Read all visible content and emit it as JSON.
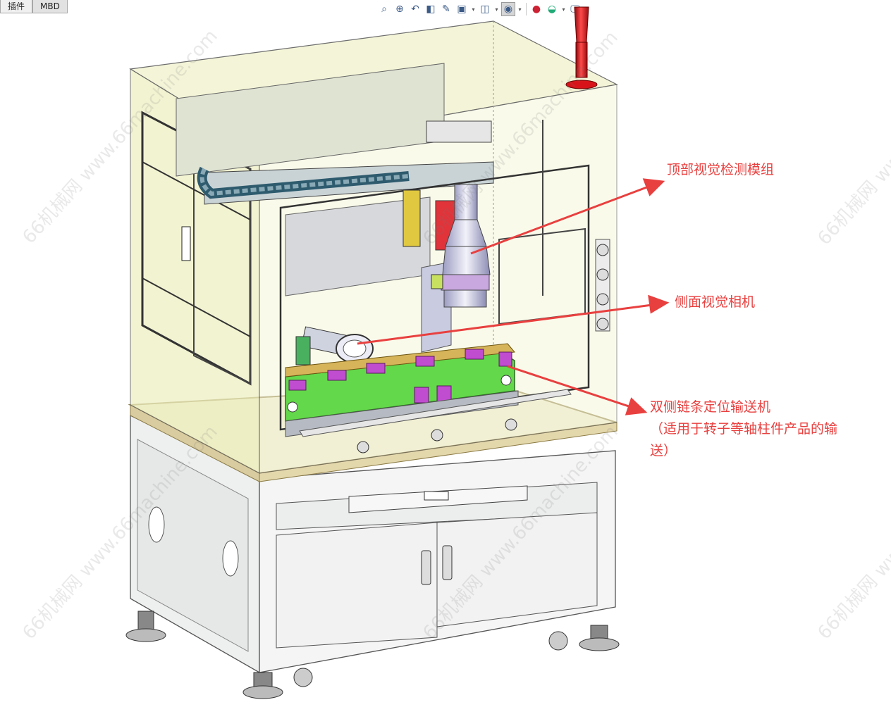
{
  "tabs": [
    {
      "label": "插件",
      "selected": false
    },
    {
      "label": "MBD",
      "selected": true
    }
  ],
  "toolbar": {
    "icons": [
      "zoom-fit-icon",
      "zoom-area-icon",
      "previous-view-icon",
      "section-view-icon",
      "dynamic-annotation-icon",
      "view-orientation-icon",
      "display-style-icon",
      "hide-show-icon",
      "edit-appearance-icon",
      "apply-scene-icon",
      "view-settings-icon"
    ]
  },
  "callouts": {
    "top_vision": "顶部视觉检测模组",
    "side_camera": "侧面视觉相机",
    "conveyor": "双侧链条定位输送机\n（适用于转子等轴柱件产品的输\n送）"
  },
  "watermark": {
    "text": "66机械网 www.66machine.com"
  },
  "colors": {
    "callout": "#e8403f",
    "enclosure": "#f4f5d6",
    "conveyor": "#63d84a",
    "lamp": "#d8141a"
  }
}
